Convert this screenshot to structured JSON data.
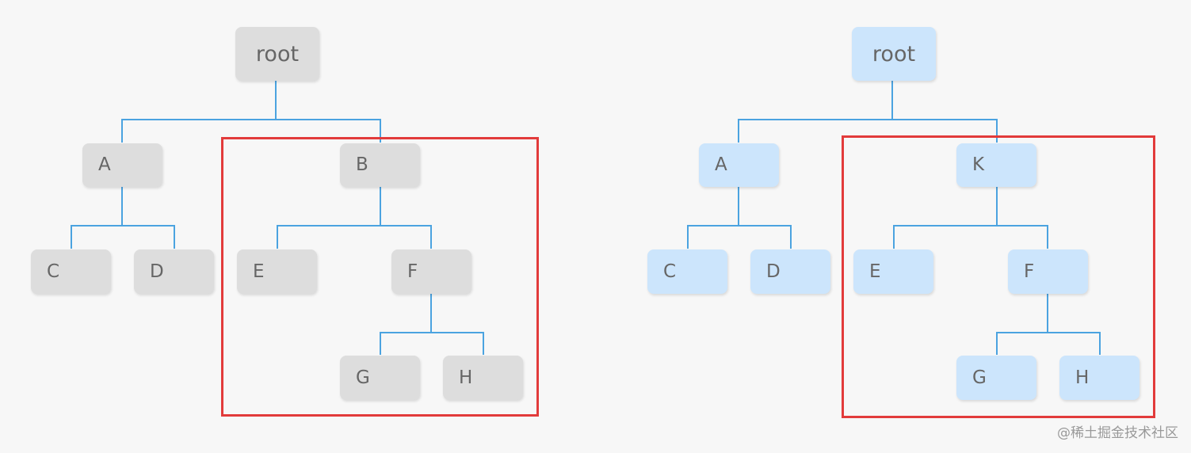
{
  "colors": {
    "background": "#f7f7f7",
    "node_gray": "#dddddd",
    "node_blue": "#cce5fc",
    "connector": "#4ba3e0",
    "highlight": "#e23b3b",
    "text": "#666666",
    "watermark": "#999999"
  },
  "left_tree": {
    "root": "root",
    "a": "A",
    "b": "B",
    "c": "C",
    "d": "D",
    "e": "E",
    "f": "F",
    "g": "G",
    "h": "H"
  },
  "right_tree": {
    "root": "root",
    "a": "A",
    "k": "K",
    "c": "C",
    "d": "D",
    "e": "E",
    "f": "F",
    "g": "G",
    "h": "H"
  },
  "watermark": "@稀土掘金技术社区"
}
